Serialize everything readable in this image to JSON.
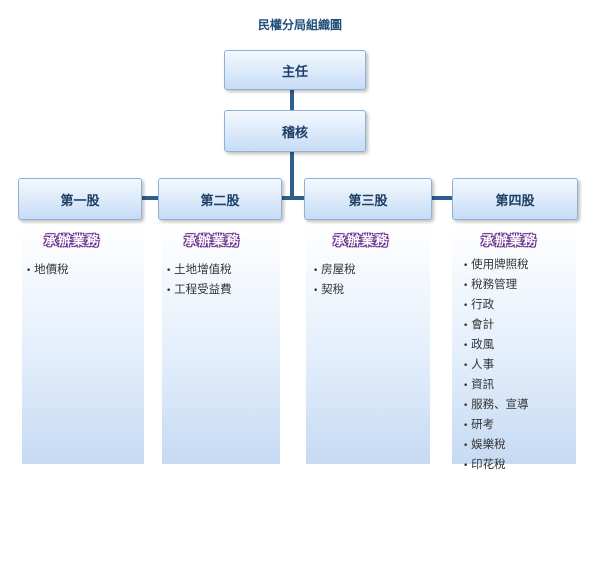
{
  "title": "民權分局組織圖",
  "director": "主任",
  "audit": "稽核",
  "responsibility_label": "承辦業務",
  "sections": [
    {
      "name": "第一股",
      "duties": [
        "地價稅"
      ]
    },
    {
      "name": "第二股",
      "duties": [
        "土地增值稅",
        "工程受益費"
      ]
    },
    {
      "name": "第三股",
      "duties": [
        "房屋稅",
        "契稅"
      ]
    },
    {
      "name": "第四股",
      "duties": [
        "使用牌照稅",
        "稅務管理",
        "行政",
        "會計",
        "政風",
        "人事",
        "資訊",
        "服務、宣導",
        "研考",
        "娛樂稅",
        "印花稅"
      ]
    }
  ]
}
